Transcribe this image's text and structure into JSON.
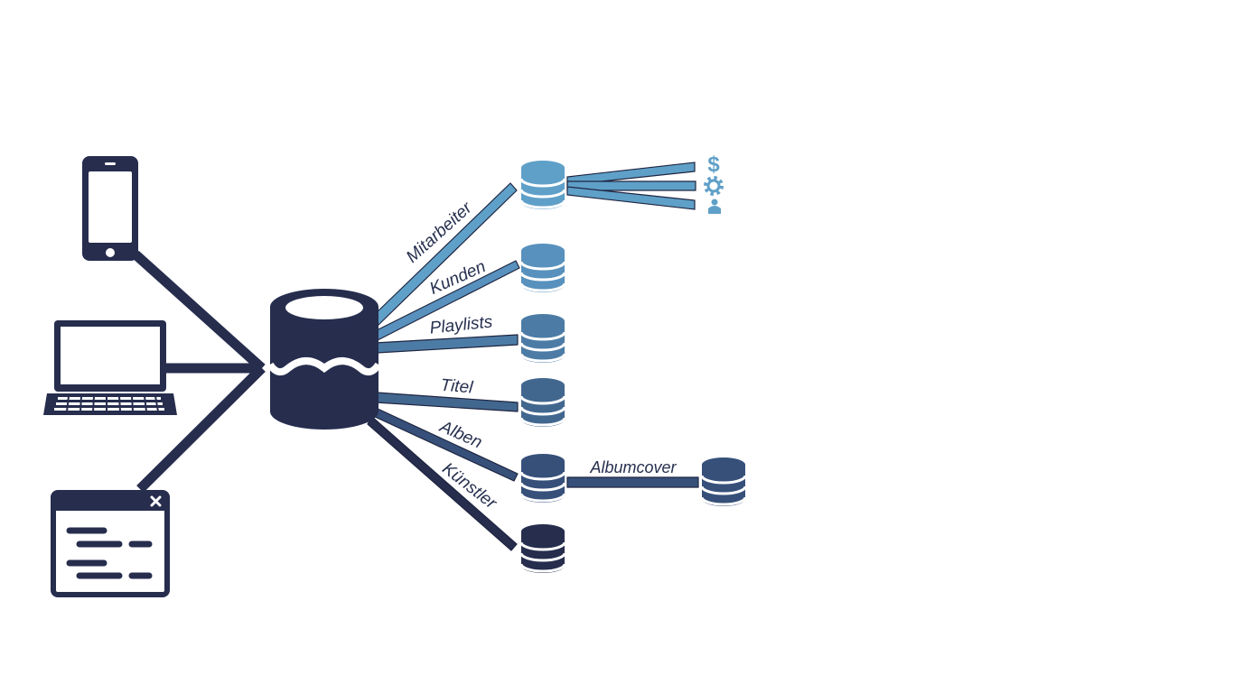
{
  "colors": {
    "navy": "#262d4d",
    "shade_1": "#5fa0c8",
    "shade_2": "#5891bd",
    "shade_3": "#4c7ca6",
    "shade_4": "#42678f",
    "shade_5": "#36507a",
    "shade_6": "#262d4d",
    "background": "#ffffff"
  },
  "clients": [
    {
      "name": "smartphone",
      "icon": "smartphone-icon"
    },
    {
      "name": "laptop",
      "icon": "laptop-icon"
    },
    {
      "name": "application-window",
      "icon": "app-window-icon"
    }
  ],
  "central": {
    "icon": "database-icon"
  },
  "tables": [
    {
      "label": "Mitarbeiter",
      "color": "#5fa0c8"
    },
    {
      "label": "Kunden",
      "color": "#5891bd"
    },
    {
      "label": "Playlists",
      "color": "#4c7ca6"
    },
    {
      "label": "Titel",
      "color": "#42678f"
    },
    {
      "label": "Alben",
      "color": "#36507a"
    },
    {
      "label": "Künstler",
      "color": "#262d4d"
    }
  ],
  "albumcover": {
    "label": "Albumcover",
    "color": "#36507a"
  },
  "employee_attributes": [
    {
      "icon": "dollar-icon",
      "glyph": "$"
    },
    {
      "icon": "gear-icon"
    },
    {
      "icon": "person-icon"
    }
  ]
}
